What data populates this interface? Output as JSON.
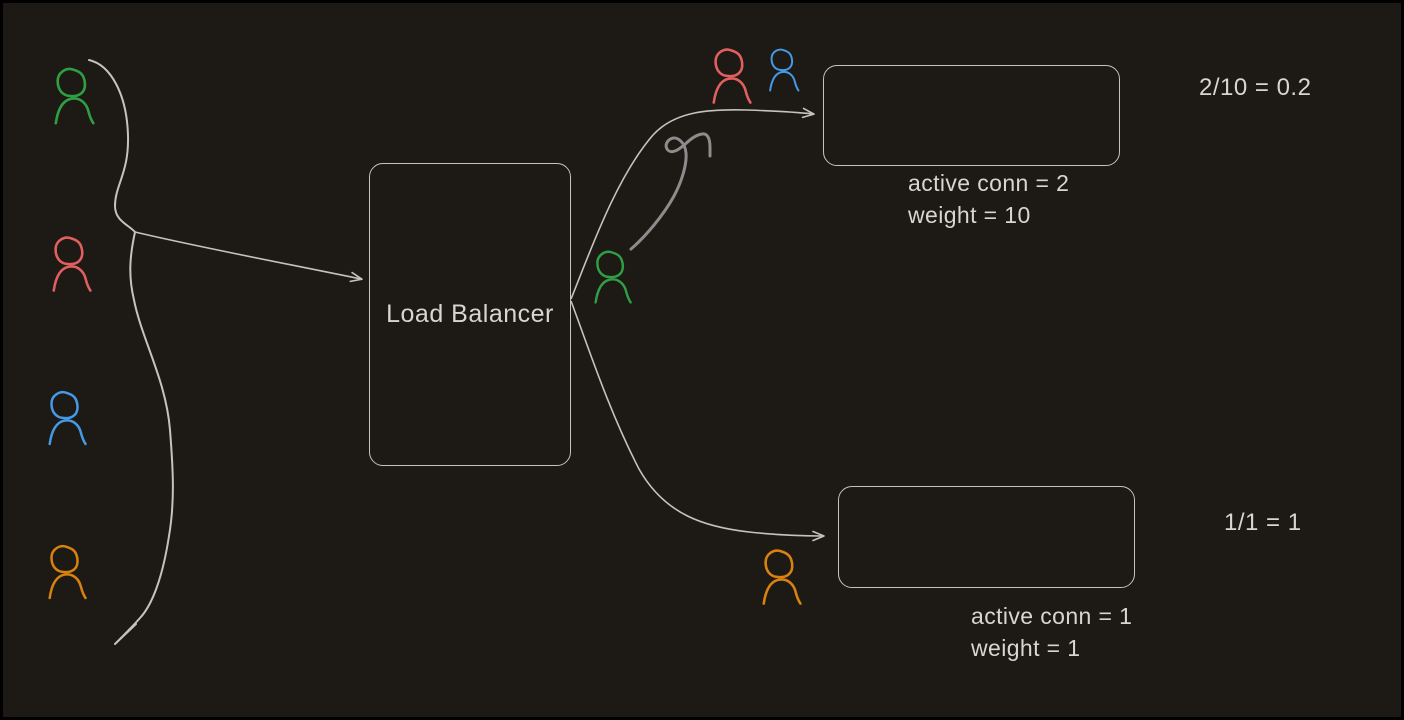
{
  "theme": {
    "background": "#1d1915",
    "frame": "#000000",
    "stroke": "#c6c2bc",
    "text": "#d9d5cf",
    "muted_arrow": "#8c8c8c"
  },
  "load_balancer": {
    "label": "Load Balancer"
  },
  "servers": {
    "top": {
      "active_conn": "active conn = 2",
      "weight": "weight = 10",
      "ratio": "2/10 = 0.2"
    },
    "bottom": {
      "active_conn": "active conn = 1",
      "weight": "weight = 1",
      "ratio": "1/1 = 1"
    }
  },
  "clients": {
    "colors": {
      "green": "#2f9e44",
      "red": "#e06060",
      "blue": "#459ae8",
      "orange": "#d9820f"
    }
  }
}
